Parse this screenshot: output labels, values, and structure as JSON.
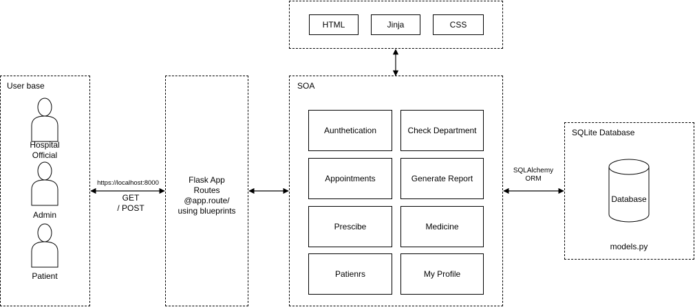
{
  "templates": {
    "buttons": [
      "HTML",
      "Jinja",
      "CSS"
    ]
  },
  "user_base": {
    "title": "User base",
    "actors": [
      {
        "label_line1": "Hospital",
        "label_line2": "Official"
      },
      {
        "label_line1": "Admin",
        "label_line2": ""
      },
      {
        "label_line1": "Patient",
        "label_line2": ""
      }
    ]
  },
  "connection_user_flask": {
    "url": "https://localhost:8000",
    "method_line1": "GET",
    "method_line2": "/ POST"
  },
  "flask": {
    "lines": [
      "Flask App",
      "Routes",
      "@app.route/",
      "using blueprints"
    ]
  },
  "soa": {
    "title": "SOA",
    "services": [
      "Aunthetication",
      "Check Department",
      "Appointments",
      "Generate Report",
      "Prescibe",
      "Medicine",
      "Patienrs",
      "My Profile"
    ]
  },
  "connection_soa_db": {
    "line1": "SQLAlchemy",
    "line2": "ORM"
  },
  "database": {
    "title": "SQLite Database",
    "cylinder_label": "Database",
    "footer": "models.py"
  }
}
